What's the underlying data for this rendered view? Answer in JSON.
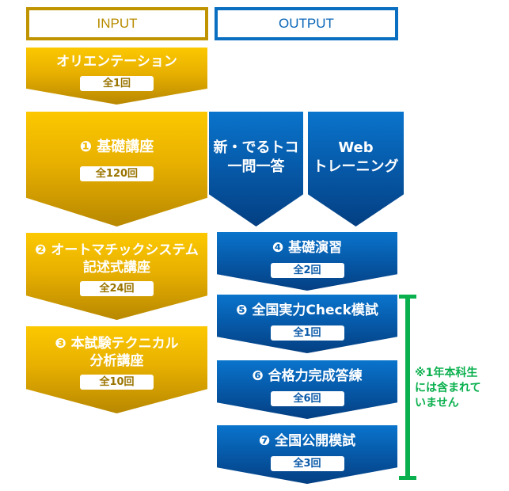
{
  "headers": {
    "input": "INPUT",
    "output": "OUTPUT"
  },
  "colors": {
    "input_accent": "#c09400",
    "output_accent": "#0a6fc0",
    "note": "#0bb04e"
  },
  "input_steps": [
    {
      "title": "オリエンテーション",
      "count": "全1回"
    },
    {
      "number": "❶",
      "title": "基礎講座",
      "count": "全120回"
    },
    {
      "number": "❷",
      "title_line1": "オートマチックシステム",
      "title_line2": "記述式講座",
      "count": "全24回"
    },
    {
      "number": "❸",
      "title_line1": "本試験テクニカル",
      "title_line2": "分析講座",
      "count": "全10回"
    }
  ],
  "output_tools": [
    {
      "line1": "新・でるトコ",
      "line2": "一問一答"
    },
    {
      "line1": "Web",
      "line2": "トレーニング"
    }
  ],
  "output_steps": [
    {
      "number": "❹",
      "title": "基礎演習",
      "count": "全2回"
    },
    {
      "number": "❺",
      "title": "全国実力Check模試",
      "count": "全1回"
    },
    {
      "number": "❻",
      "title": "合格力完成答練",
      "count": "全6回"
    },
    {
      "number": "❼",
      "title": "全国公開模試",
      "count": "全3回"
    }
  ],
  "note": {
    "line1": "※1年本科生",
    "line2": "には含まれて",
    "line3": "いません"
  }
}
